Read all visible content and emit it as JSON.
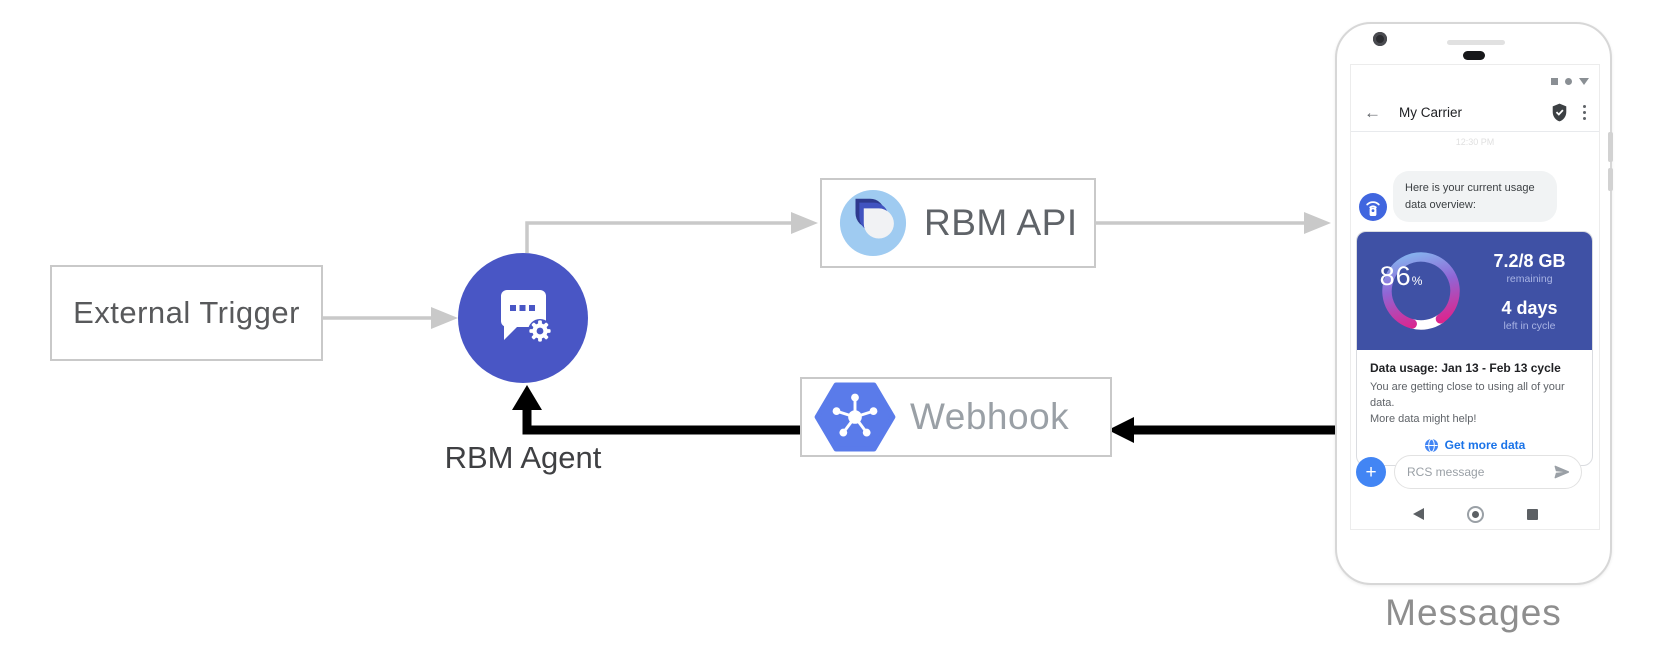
{
  "diagram": {
    "external_trigger_label": "External Trigger",
    "rbm_agent_label": "RBM Agent",
    "rbm_api_label": "RBM API",
    "webhook_label": "Webhook",
    "phone_caption": "Messages"
  },
  "phone": {
    "header": {
      "back_glyph": "←",
      "title": "My Carrier"
    },
    "timestamp": "12:30 PM",
    "bubble": {
      "line1": "Here is your current usage",
      "line2": "data overview:"
    },
    "usage_card": {
      "percent_value": "86",
      "percent_unit": "%",
      "remaining_value": "7.2/8 GB",
      "remaining_label": "remaining",
      "days_value": "4 days",
      "days_label": "left in cycle",
      "title": "Data usage: Jan 13 - Feb 13 cycle",
      "body_line1": "You are getting close to using all of your data.",
      "body_line2": "More data might help!",
      "action_label": "Get more data"
    },
    "compose": {
      "plus_glyph": "+",
      "placeholder": "RCS message"
    }
  },
  "icons": {
    "status": [
      "status-square",
      "status-dot",
      "status-triangle"
    ],
    "header": [
      "back-arrow-icon",
      "verified-shield-icon",
      "kebab-menu-icon"
    ],
    "avatar": "carrier-antenna-icon",
    "agent": "chat-gear-icon",
    "api_logo": "rbm-api-logo",
    "webhook_logo": "cloud-hexagon-icon",
    "action": "globe-icon",
    "compose": [
      "add-icon",
      "send-icon"
    ],
    "nav": [
      "nav-back-icon",
      "nav-home-icon",
      "nav-recents-icon"
    ]
  },
  "colors": {
    "agent_circle": "#4956C5",
    "card_indigo": "#3F51A5",
    "gauge_blue": "#85B8F0",
    "gauge_purple": "#9066D6",
    "gauge_magenta": "#E0218A",
    "accent_blue": "#4285F4",
    "link_blue": "#1A73E8",
    "webhook_blue": "#5A7BEA",
    "api_logo_blue": "#9FCBF1",
    "arrow_gray": "#C9C9C9",
    "arrow_black": "#000000"
  }
}
